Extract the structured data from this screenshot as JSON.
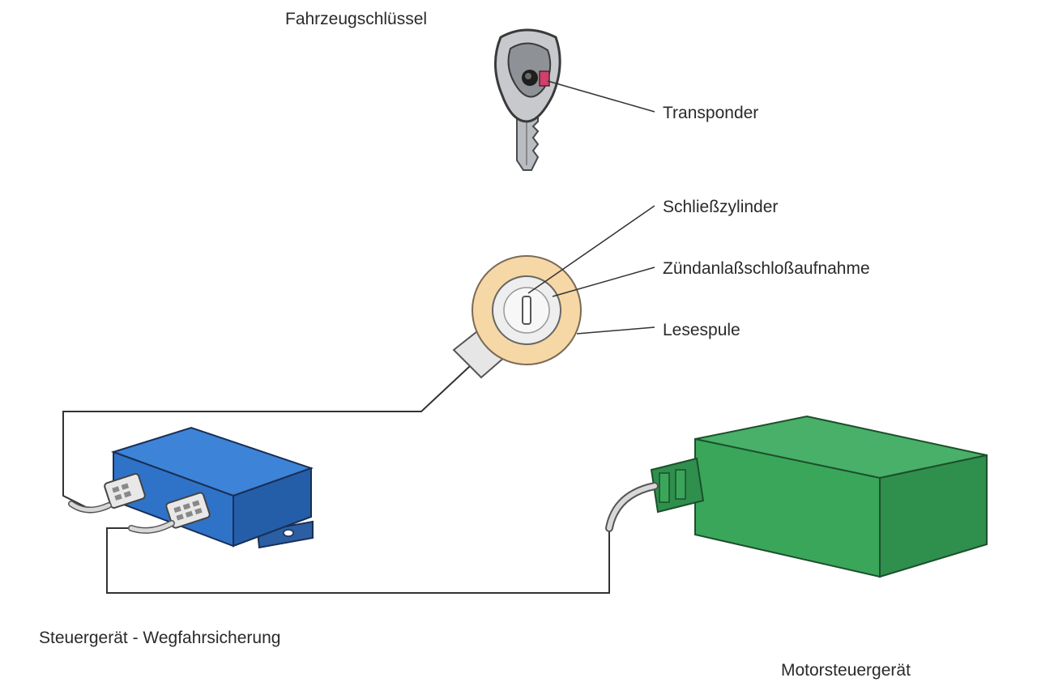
{
  "labels": {
    "key": "Fahrzeugschlüssel",
    "transponder": "Transponder",
    "lock_cylinder": "Schließzylinder",
    "ignition_housing": "Zündanlaßschloßaufnahme",
    "reading_coil": "Lesespule",
    "immobilizer_unit": "Steuergerät - Wegfahrsicherung",
    "engine_unit": "Motorsteuergerät"
  },
  "colors": {
    "immobilizer_body": "#2f73c9",
    "engine_body": "#3aa65a",
    "reading_coil": "#f6d7a6",
    "transponder": "#d0406a",
    "wire": "#333333"
  },
  "icons": {
    "key": "car-key-icon",
    "transponder": "transponder-chip-icon",
    "ignition_lock": "ignition-lock-icon",
    "immobilizer_unit": "blue-control-unit-icon",
    "engine_unit": "green-control-unit-icon"
  }
}
